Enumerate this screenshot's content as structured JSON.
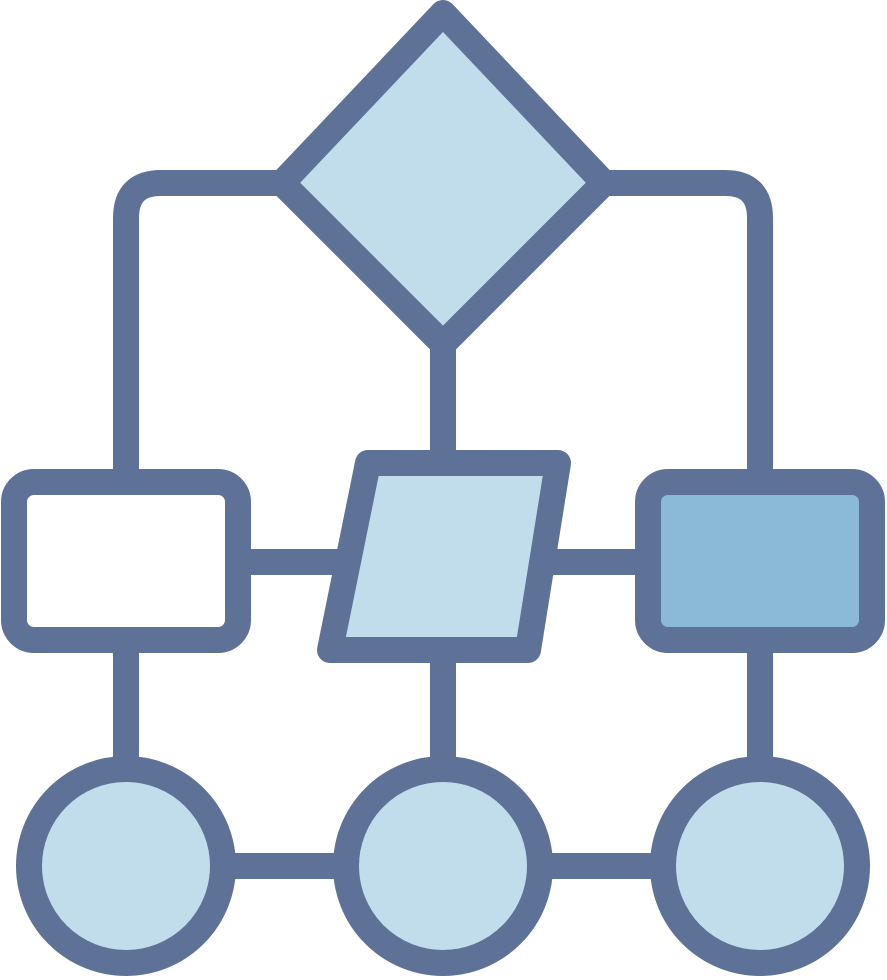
{
  "icon": {
    "name": "flowchart-icon",
    "colors": {
      "outline": "#5e7196",
      "light_fill": "#c1dcea",
      "accent_fill": "#8abad6",
      "blank_fill": "#ffffff",
      "background": "#ffffff"
    },
    "nodes": [
      {
        "id": "decision",
        "shape": "diamond",
        "fill": "light_fill"
      },
      {
        "id": "process-left",
        "shape": "rounded-rectangle",
        "fill": "blank_fill"
      },
      {
        "id": "input-output-center",
        "shape": "parallelogram",
        "fill": "light_fill"
      },
      {
        "id": "process-right",
        "shape": "rounded-rectangle",
        "fill": "accent_fill"
      },
      {
        "id": "terminal-left",
        "shape": "circle",
        "fill": "light_fill"
      },
      {
        "id": "terminal-center",
        "shape": "circle",
        "fill": "light_fill"
      },
      {
        "id": "terminal-right",
        "shape": "circle",
        "fill": "light_fill"
      }
    ]
  }
}
